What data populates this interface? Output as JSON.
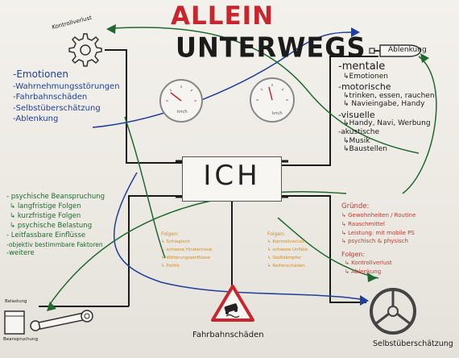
{
  "title": {
    "line1": "ALLEIN",
    "line2": "UNTERWEGS"
  },
  "center": {
    "label": "ICH"
  },
  "gauges": {
    "left_unit": "km/h",
    "right_unit": "km/h"
  },
  "top_left_icon": {
    "label": "Kontrollverlust",
    "icon": "gear-icon"
  },
  "top_right_icon": {
    "label": "Ablenkung",
    "icon": "guitar-icon"
  },
  "left_list": {
    "items": [
      "Emotionen",
      "Wahrnehmungsstörungen",
      "Fahrbahnschäden",
      "Selbstüberschätzung",
      "Ablenkung"
    ]
  },
  "right_list": {
    "items": [
      "-mentale",
      "↳Emotionen",
      "-motorische",
      "↳trinken, essen, rauchen",
      "↳ Navieingabe, Handy",
      "-visuelle",
      "↳Handy, Navi, Werbung",
      "-akustische",
      "↳Musik",
      "↳Baustellen"
    ]
  },
  "green_list": {
    "items": [
      "- psychische Beanspruchung",
      "↳ langfristige Folgen",
      "↳ kurzfristige Folgen",
      "↳ psychische Belastung",
      "- Leitfassbare Einflüsse",
      "-objektiv bestimmbare Faktoren",
      "-weitere"
    ]
  },
  "gruende": {
    "heading": "Gründe:",
    "items": [
      "↳ Gewohnheiten / Routine",
      "↳ Rauschmittel",
      "↳ Leistung: mit mobile PS",
      "↳ psychisch & physisch"
    ]
  },
  "folgen_right": {
    "heading": "Folgen:",
    "items": [
      "↳ Kontrollverlust",
      "↳ Ablenkung"
    ]
  },
  "folgen_center_left": {
    "heading": "Folgen:",
    "items": [
      "↳ Schlagloch",
      "↳ schwere Hindernisse",
      "↳ Witterungseinflüsse",
      "↳ Politik"
    ]
  },
  "folgen_center_right": {
    "heading": "Folgen:",
    "items": [
      "↳ Kontrollverlust",
      "↳ schwere Unfälle",
      "↳ Stoßdämpfer",
      "↳ Reifenschäden"
    ]
  },
  "bottom_center": {
    "label": "Fahrbahnschäden",
    "icon": "warning-sign-icon"
  },
  "bottom_right": {
    "label": "Selbstüberschätzung",
    "icon": "steering-wheel-icon"
  },
  "bottom_left": {
    "label_top": "Belastung",
    "label_bottom": "Beanspruchung",
    "icon": "piston-icon"
  },
  "colors": {
    "red": "#c8262c",
    "blue": "#1f3f9a",
    "green": "#1e6a2e",
    "orange": "#d98a1a",
    "black": "#1b1b1b"
  }
}
